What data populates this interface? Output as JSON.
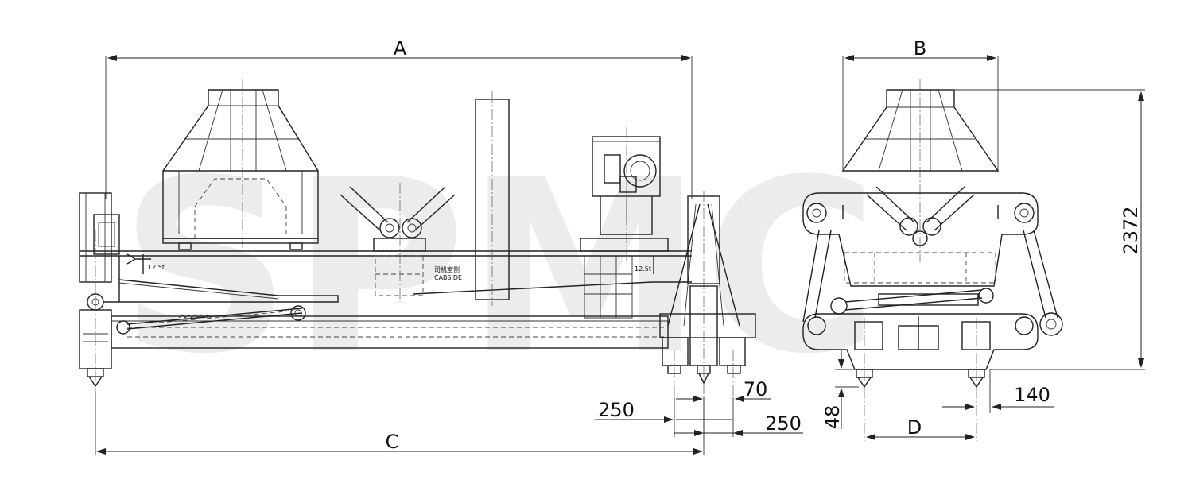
{
  "watermark": "SPMC",
  "labels": {
    "dim_a": "A",
    "dim_b": "B",
    "dim_c": "C",
    "dim_d": "D",
    "dim_2372": "2372",
    "dim_250_left": "250",
    "dim_250_right": "250",
    "dim_70": "70",
    "dim_140": "140",
    "dim_48": "48",
    "cab_side_cn": "司机室侧",
    "cab_side_en": "CABSIDE",
    "load_left": "12.5t",
    "load_right": "12.5t"
  },
  "colors": {
    "line": "#222222",
    "watermark": "#ececec"
  }
}
